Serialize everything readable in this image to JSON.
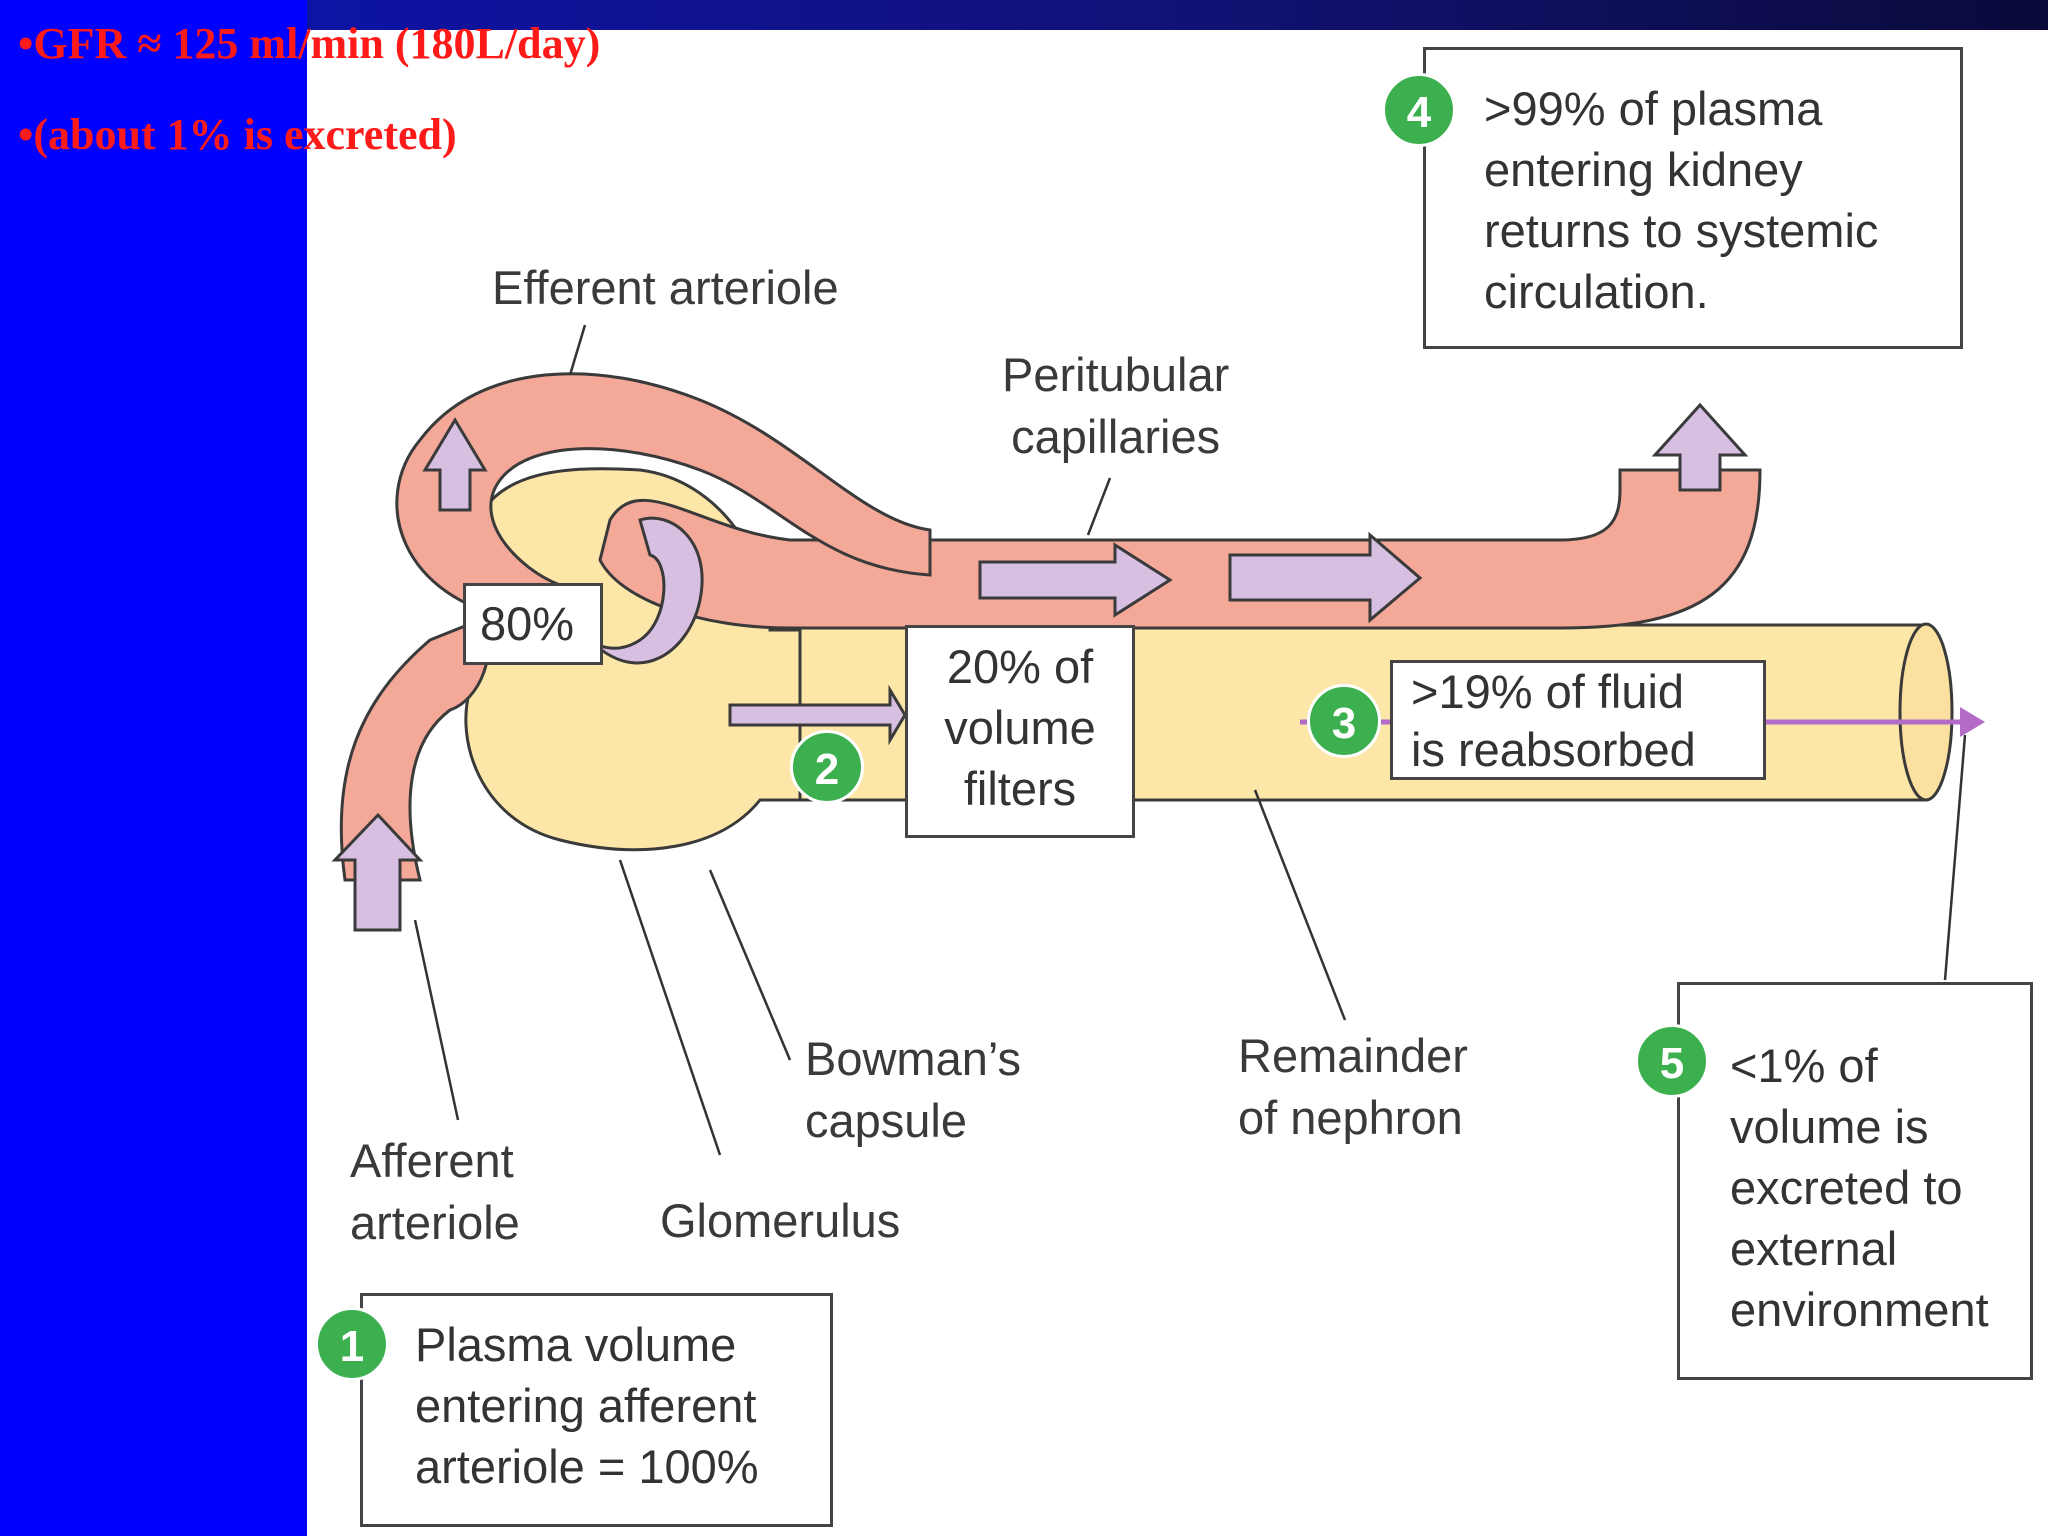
{
  "header": {
    "bullet_1": "•GFR ≈ 125 ml/min (180L/day)",
    "bullet_2": "•(about 1% is excreted)"
  },
  "labels": {
    "efferent_arteriole": "Efferent arteriole",
    "peritubular_capillaries": "Peritubular\ncapillaries",
    "afferent_arteriole": "Afferent\narteriole",
    "glomerulus": "Glomerulus",
    "bowmans_capsule": "Bowman’s\ncapsule",
    "remainder_of_nephron": "Remainder\nof nephron"
  },
  "boxes": {
    "eighty_percent": "80%",
    "twenty_percent_filters": "20% of\nvolume\nfilters",
    "nineteen_reabsorbed": ">19% of fluid\nis reabsorbed",
    "ninety_nine_returns": ">99% of plasma\nentering kidney\nreturns to systemic\ncirculation.",
    "plasma_entering": "Plasma volume\nentering afferent\narteriole = 100%",
    "less_than_one_excreted": "<1% of\nvolume is\nexcreted to\nexternal\nenvironment"
  },
  "steps": [
    "1",
    "2",
    "3",
    "4",
    "5"
  ],
  "colors": {
    "slide_blue": "#0000ff",
    "header_red": "#ff1a1a",
    "vessel_pink": "#f4a898",
    "tubule_yellow": "#fde7a8",
    "filtrate_lavender": "#d6bfe0",
    "step_green": "#3cb04f"
  }
}
